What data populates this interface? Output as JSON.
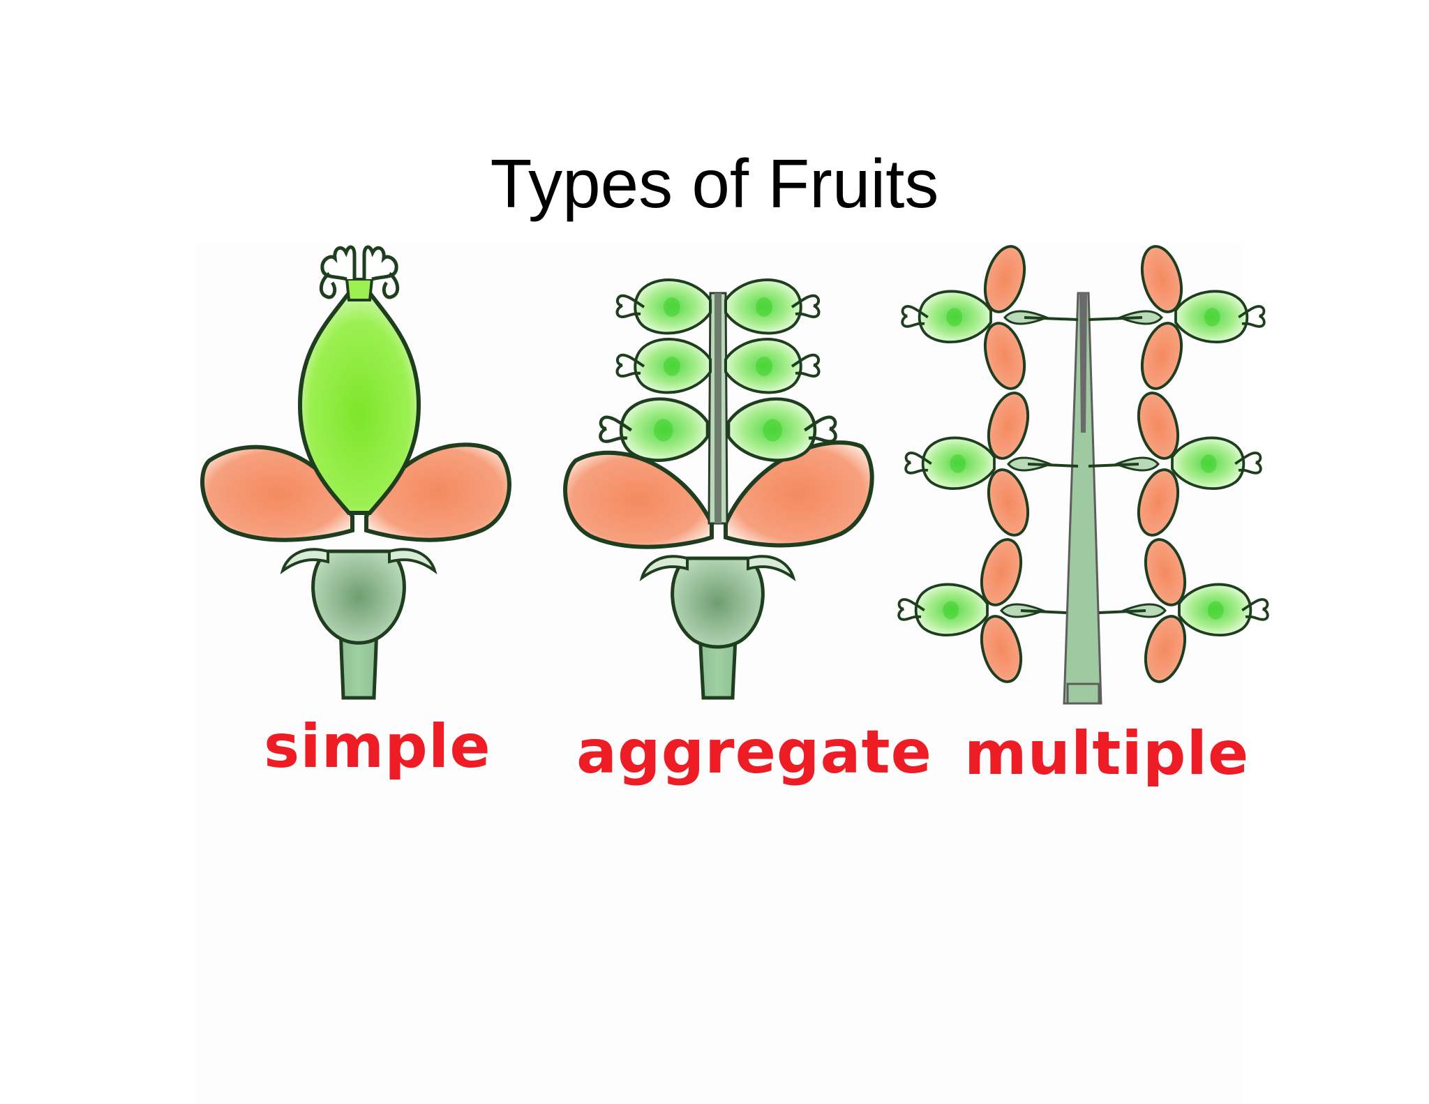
{
  "slide": {
    "title": "Types of Fruits"
  },
  "diagram": {
    "panels": [
      {
        "id": "simple",
        "label": "simple"
      },
      {
        "id": "aggregate",
        "label": "aggregate"
      },
      {
        "id": "multiple",
        "label": "multiple"
      }
    ]
  },
  "colors": {
    "label": "#ee1c25",
    "petal": "#f7a07e",
    "ovary": "#8eea3a",
    "stem": "#8fbf95",
    "outline": "#1f3d1f"
  }
}
